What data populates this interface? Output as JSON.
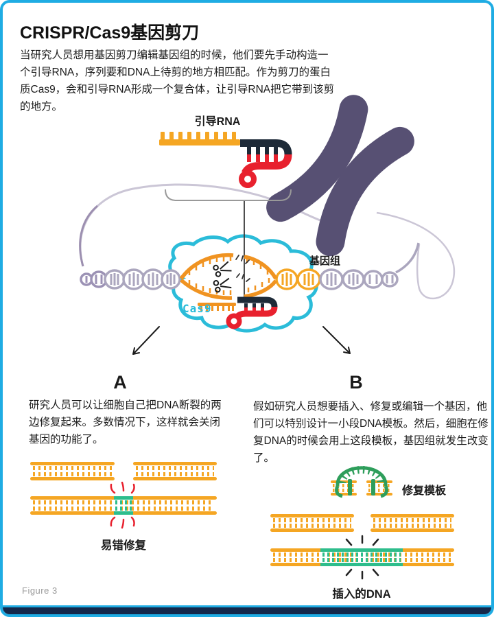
{
  "page": {
    "title": "CRISPR/Cas9基因剪刀",
    "intro": "当研究人员想用基因剪刀编辑基因组的时候，他们要先手动构造一个引导RNA，序列要和DNA上待剪的地方相匹配。作为剪刀的蛋白质Cas9，会和引导RNA形成一个复合体，让引导RNA把它带到该剪的地方。",
    "figure_caption": "Figure 3"
  },
  "illustration": {
    "guide_rna_label": "引导RNA",
    "genome_label": "基因组",
    "cas9_label": "Cas9"
  },
  "section_a": {
    "header": "A",
    "body": "研究人员可以让细胞自己把DNA断裂的两边修复起来。多数情况下，这样就会关闭基因的功能了。",
    "result_label": "易错修复"
  },
  "section_b": {
    "header": "B",
    "body": "假如研究人员想要插入、修复或编辑一个基因，他们可以特别设计一小段DNA模板。然后，细胞在修复DNA的时候会用上这段模板，基因组就发生改变了。",
    "template_label": "修复模板",
    "result_label": "插入的DNA"
  },
  "colors": {
    "frame_blue": "#1FACE3",
    "footer_navy": "#14284B",
    "dna_orange": "#F5A623",
    "guide_rna_red": "#E8212E",
    "guide_rna_dark": "#1E2A38",
    "cas9_cyan": "#2BBCD9",
    "chromosome_purple": "#575073",
    "helix_gray": "#ABA6BE",
    "template_green": "#2E9E5B",
    "insert_teal": "#2EBD8C",
    "text_dark": "#1B1B1B",
    "caption_gray": "#9A9A9A"
  }
}
